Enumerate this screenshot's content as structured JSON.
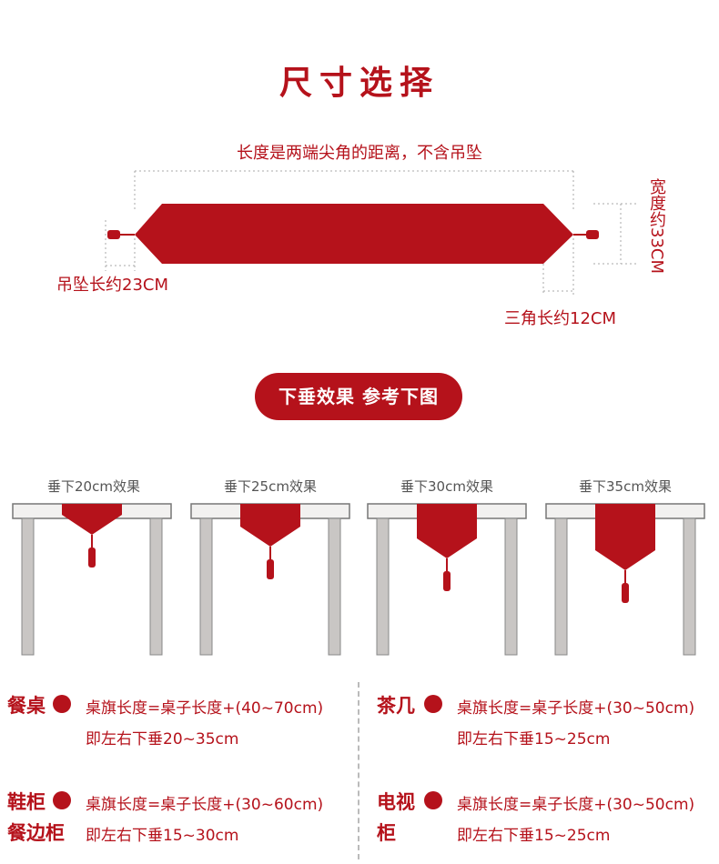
{
  "title": "尺寸选择",
  "dimensions": {
    "top_label": "长度是两端尖角的距离，不含吊坠",
    "tassel_label": "吊坠长约23CM",
    "triangle_label": "三角长约12CM",
    "width_label": "宽度约33CM"
  },
  "section_pill": "下垂效果  参考下图",
  "examples": [
    {
      "caption": "垂下20cm效果",
      "drop_cm": 20
    },
    {
      "caption": "垂下25cm效果",
      "drop_cm": 25
    },
    {
      "caption": "垂下30cm效果",
      "drop_cm": 30
    },
    {
      "caption": "垂下35cm效果",
      "drop_cm": 35
    }
  ],
  "info": [
    {
      "title1": "餐桌",
      "title2": "",
      "line1": "桌旗长度=桌子长度+(40~70cm)",
      "line2": "即左右下垂20~35cm"
    },
    {
      "title1": "茶几",
      "title2": "",
      "line1": "桌旗长度=桌子长度+(30~50cm)",
      "line2": "即左右下垂15~25cm"
    },
    {
      "title1": "鞋柜",
      "title2": "餐边柜",
      "line1": "桌旗长度=桌子长度+(30~60cm)",
      "line2": "即左右下垂15~30cm"
    },
    {
      "title1": "电视",
      "title2": "柜",
      "line1": "桌旗长度=桌子长度+(30~50cm)",
      "line2": "即左右下垂15~25cm"
    }
  ],
  "colors": {
    "accent": "#b5121b",
    "table": "#c9c6c4"
  }
}
